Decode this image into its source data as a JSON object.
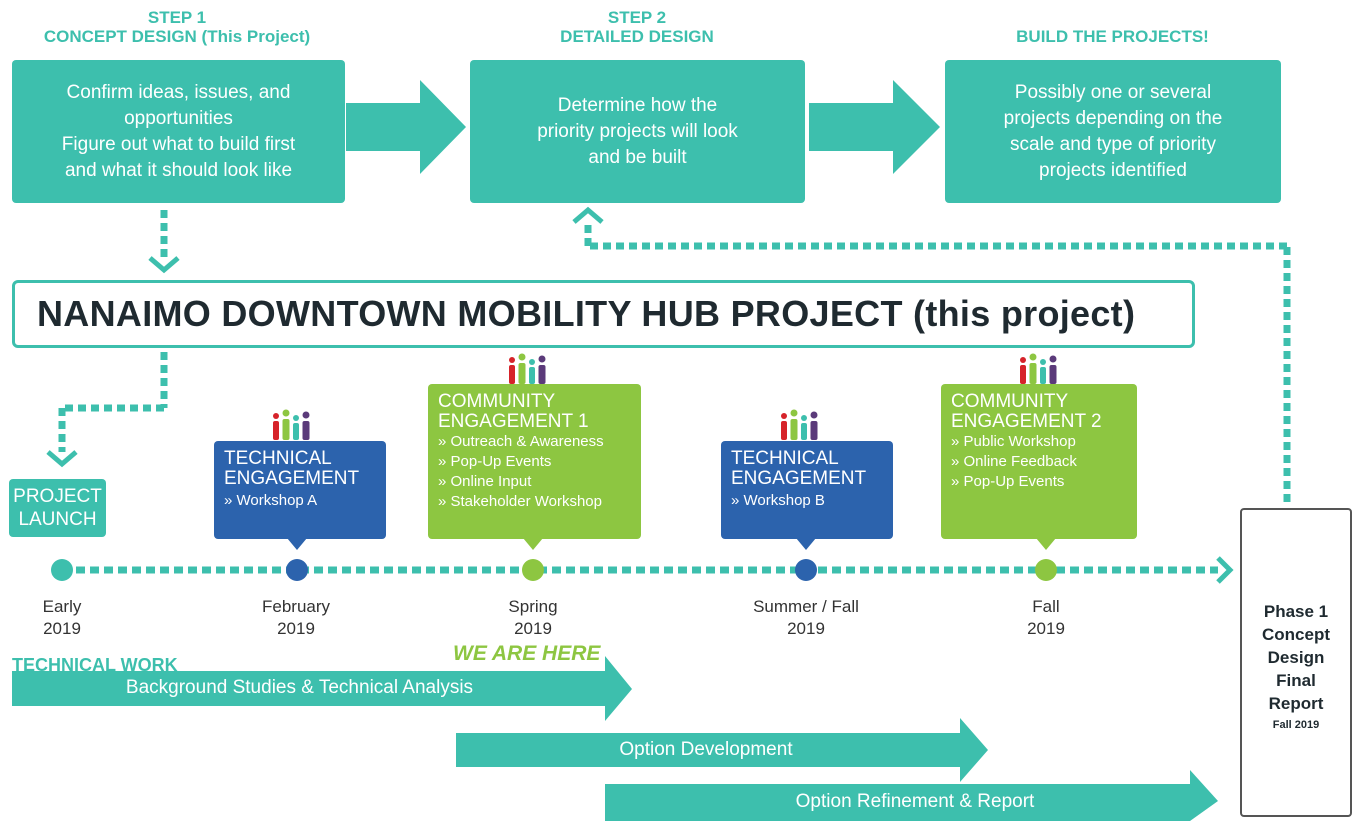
{
  "steps": [
    {
      "head1": "STEP 1",
      "head2": "CONCEPT DESIGN (This Project)",
      "lines": [
        "Confirm ideas, issues, and",
        "opportunities",
        "Figure out what to build first",
        "and what it should look like"
      ]
    },
    {
      "head1": "STEP 2",
      "head2": "DETAILED DESIGN",
      "lines": [
        "Determine how the",
        "priority projects will look",
        "and be built"
      ]
    },
    {
      "head1": "",
      "head2": "BUILD THE PROJECTS!",
      "lines": [
        "Possibly one or several",
        "projects depending on the",
        "scale and type of priority",
        "projects identified"
      ]
    }
  ],
  "title": "NANAIMO DOWNTOWN MOBILITY HUB PROJECT (this project)",
  "launch": {
    "line1": "PROJECT",
    "line2": "LAUNCH"
  },
  "tech_a": {
    "title1": "TECHNICAL",
    "title2": "ENGAGEMENT",
    "items": [
      "» Workshop A"
    ]
  },
  "comm_1": {
    "title1": "COMMUNITY",
    "title2": "ENGAGEMENT 1",
    "items": [
      "» Outreach & Awareness",
      "» Pop-Up Events",
      "» Online Input",
      "» Stakeholder Workshop"
    ]
  },
  "tech_b": {
    "title1": "TECHNICAL",
    "title2": "ENGAGEMENT",
    "items": [
      "» Workshop B"
    ]
  },
  "comm_2": {
    "title1": "COMMUNITY",
    "title2": "ENGAGEMENT 2",
    "items": [
      "» Public Workshop",
      "» Online Feedback",
      "» Pop-Up Events"
    ]
  },
  "timeline": [
    {
      "label": "Early",
      "year": "2019"
    },
    {
      "label": "February",
      "year": "2019"
    },
    {
      "label": "Spring",
      "year": "2019"
    },
    {
      "label": "Summer / Fall",
      "year": "2019"
    },
    {
      "label": "Fall",
      "year": "2019"
    }
  ],
  "technical_work": "TECHNICAL WORK",
  "we_are_here": "WE ARE HERE",
  "bars": [
    "Background Studies & Technical Analysis",
    "Option Development",
    "Option Refinement & Report"
  ],
  "report": {
    "lines": [
      "Phase 1",
      "Concept",
      "Design",
      "Final",
      "Report"
    ],
    "date": "Fall 2019"
  },
  "colors": {
    "teal": "#3dbfad",
    "blue": "#2c63ad",
    "green": "#8dc641",
    "people": [
      "#d6232a",
      "#8dc641",
      "#3dbfad",
      "#5b3a7a"
    ]
  }
}
